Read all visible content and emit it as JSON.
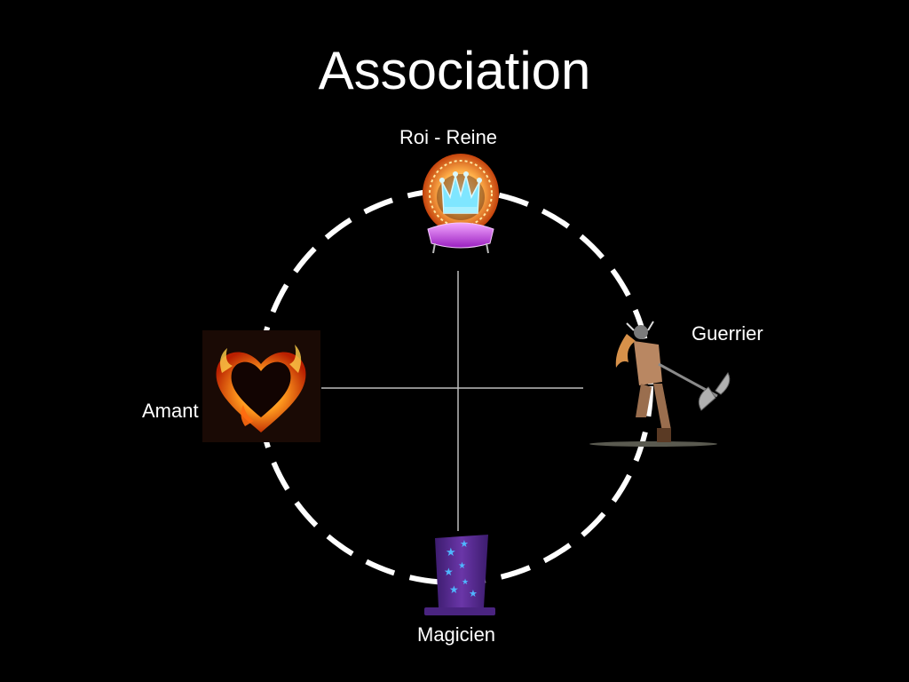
{
  "title": "Association",
  "nodes": {
    "top": {
      "label": "Roi - Reine",
      "icon": "crown-throne-icon"
    },
    "right": {
      "label": "Guerrier",
      "icon": "warrior-axe-icon"
    },
    "bottom": {
      "label": "Magicien",
      "icon": "wizard-hat-icon"
    },
    "left": {
      "label": "Amant",
      "icon": "burning-heart-icon"
    }
  },
  "colors": {
    "background": "#000000",
    "circle": "#ffffff",
    "crown": "#55d8ff",
    "cushion": "#c43be0",
    "hat": "#5a2d91",
    "fire": "#ff7a1a"
  }
}
